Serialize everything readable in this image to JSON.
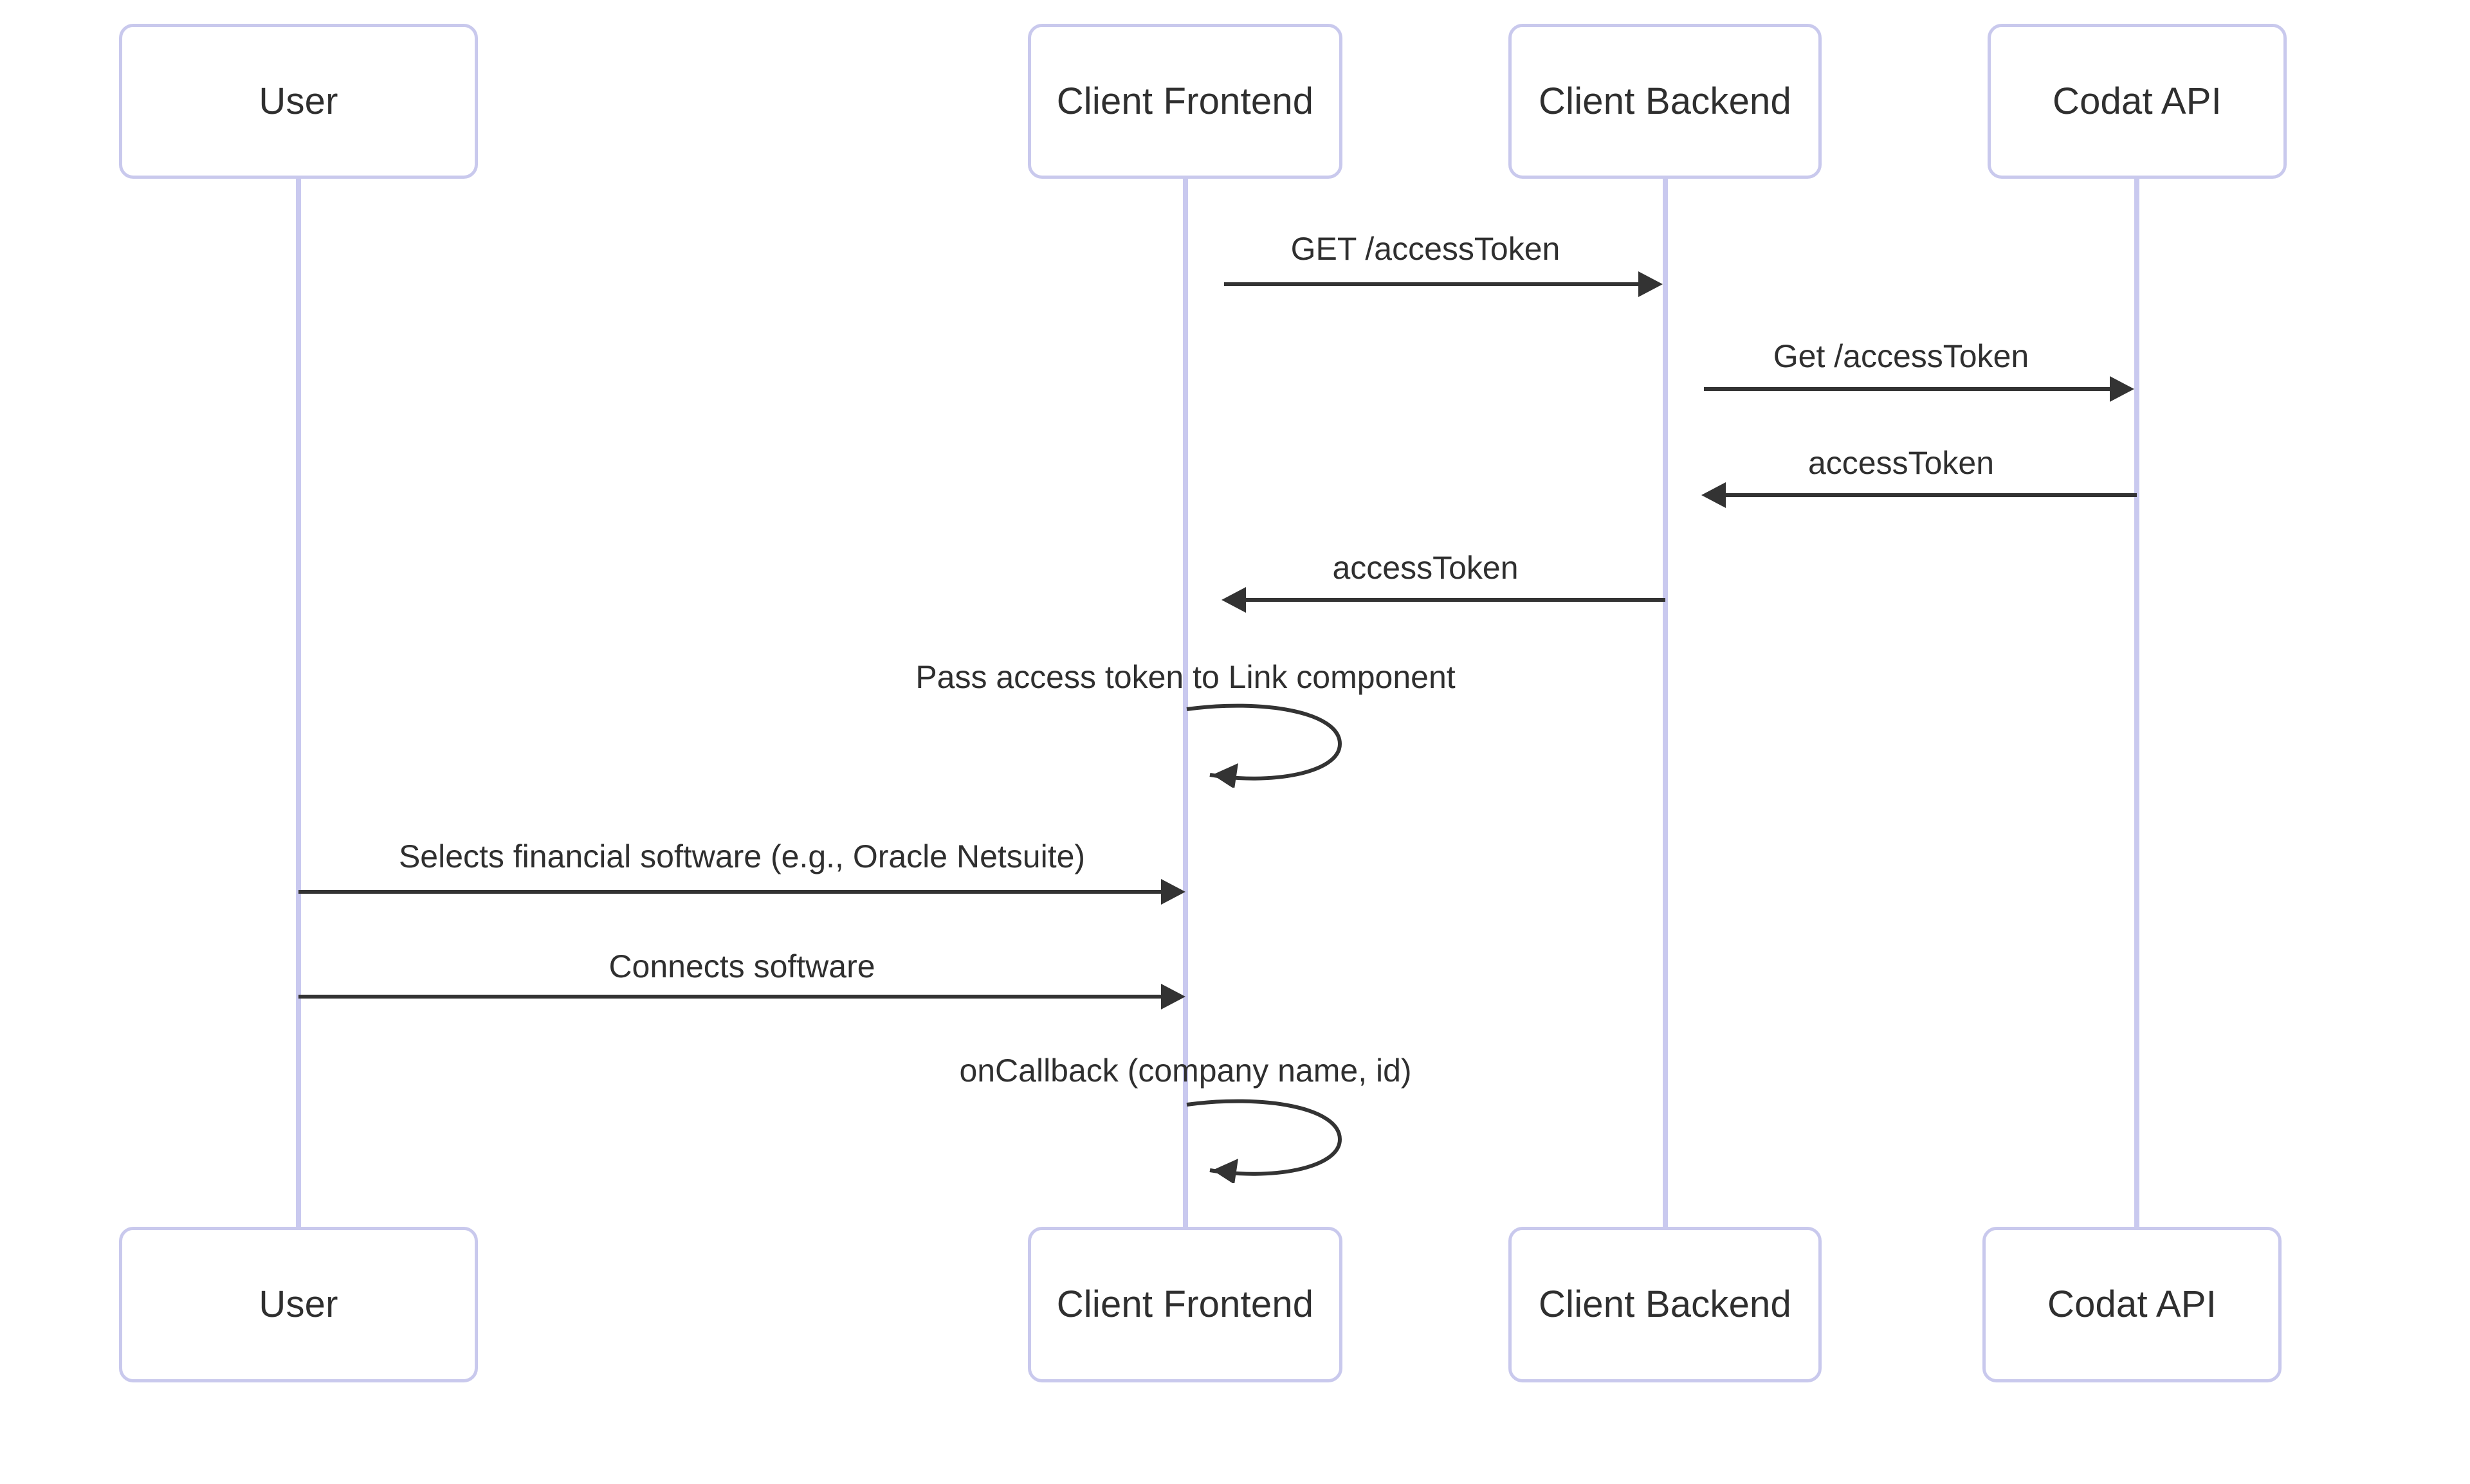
{
  "diagram": {
    "type": "sequence-diagram",
    "background_color": "#ffffff",
    "box_border_color": "#c9c9ed",
    "lifeline_color": "#c9c9ef",
    "line_color": "#333333",
    "text_color": "#2f2f2f",
    "participants": [
      {
        "id": "user",
        "label": "User"
      },
      {
        "id": "client-frontend",
        "label": "Client Frontend"
      },
      {
        "id": "client-backend",
        "label": "Client Backend"
      },
      {
        "id": "codat-api",
        "label": "Codat API"
      }
    ],
    "messages": [
      {
        "id": "msg-1",
        "label": "GET /accessToken",
        "from": "client-frontend",
        "to": "client-backend",
        "direction": "right",
        "kind": "call"
      },
      {
        "id": "msg-2",
        "label": "Get /accessToken",
        "from": "client-backend",
        "to": "codat-api",
        "direction": "right",
        "kind": "call"
      },
      {
        "id": "msg-3",
        "label": "accessToken",
        "from": "codat-api",
        "to": "client-backend",
        "direction": "left",
        "kind": "return"
      },
      {
        "id": "msg-4",
        "label": "accessToken",
        "from": "client-backend",
        "to": "client-frontend",
        "direction": "left",
        "kind": "return"
      },
      {
        "id": "msg-5",
        "label": "Pass access token to Link component",
        "from": "client-frontend",
        "to": "client-frontend",
        "direction": "self",
        "kind": "self"
      },
      {
        "id": "msg-6",
        "label": "Selects financial software (e.g., Oracle Netsuite)",
        "from": "user",
        "to": "client-frontend",
        "direction": "right",
        "kind": "call"
      },
      {
        "id": "msg-7",
        "label": "Connects software",
        "from": "user",
        "to": "client-frontend",
        "direction": "right",
        "kind": "call"
      },
      {
        "id": "msg-8",
        "label": "onCallback (company name, id)",
        "from": "client-frontend",
        "to": "client-frontend",
        "direction": "self",
        "kind": "self"
      }
    ]
  }
}
